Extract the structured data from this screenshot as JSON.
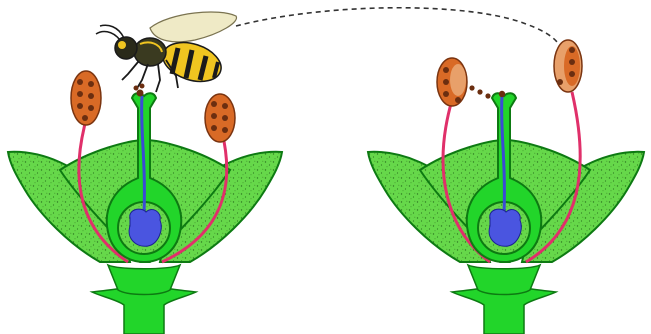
{
  "diagram": {
    "subject": "bee-pollination-of-flower",
    "flowers": [
      {
        "id": "left",
        "pollen_present": true
      },
      {
        "id": "right",
        "pollen_present": true
      }
    ],
    "pollinator": {
      "type": "bee",
      "flight_path": "dashed-arc-left-to-right"
    }
  },
  "colors": {
    "background": "#ffffff",
    "petal": "#66d84a",
    "petal_speckle": "#2f7a22",
    "stem_pistil": "#22d52a",
    "stem_outline": "#0d7a12",
    "filament": "#e0306a",
    "anther_left": "#d96a26",
    "anther_right": "#e8a06a",
    "pollen": "#6b2e10",
    "pollen_tube": "#3b4bd6",
    "ovule": "#4a55e0",
    "bee_stripe": "#f0c520",
    "bee_dark": "#1a1a1a",
    "wing": "#efeac6",
    "dashed_path": "#333333"
  }
}
